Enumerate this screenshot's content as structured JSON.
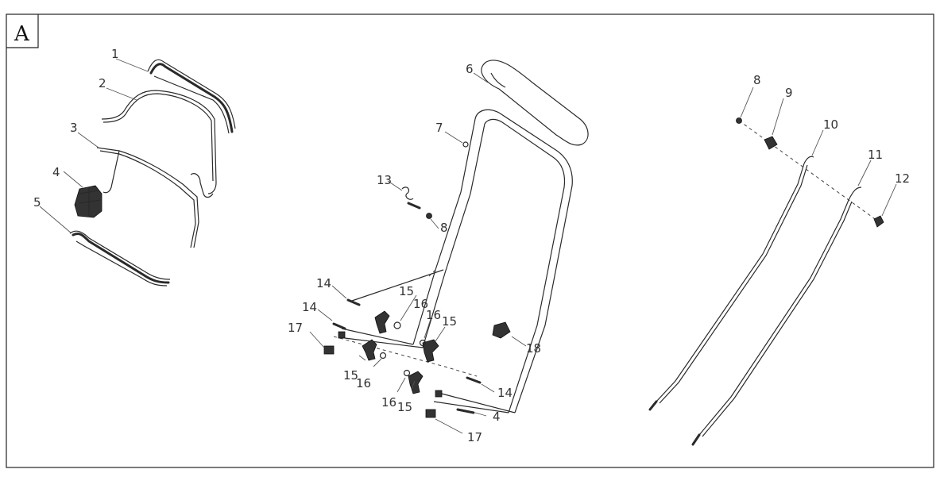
{
  "panel": {
    "letter": "A"
  },
  "labels": {
    "p1": "1",
    "p2": "2",
    "p3": "3",
    "p4": "4",
    "p5": "5",
    "p6": "6",
    "p7": "7",
    "p8a": "8",
    "p13": "13",
    "p14a": "14",
    "p14b": "14",
    "p17a": "17",
    "p15a": "15",
    "p16a": "16",
    "p16b": "16",
    "p15b": "15",
    "p15c": "15",
    "p16c": "16",
    "p16d": "16",
    "p15d": "15",
    "p18": "18",
    "p14c": "14",
    "p14d": "4",
    "p17b": "17",
    "p8b": "8",
    "p9": "9",
    "p10": "10",
    "p11": "11",
    "p12": "12"
  }
}
